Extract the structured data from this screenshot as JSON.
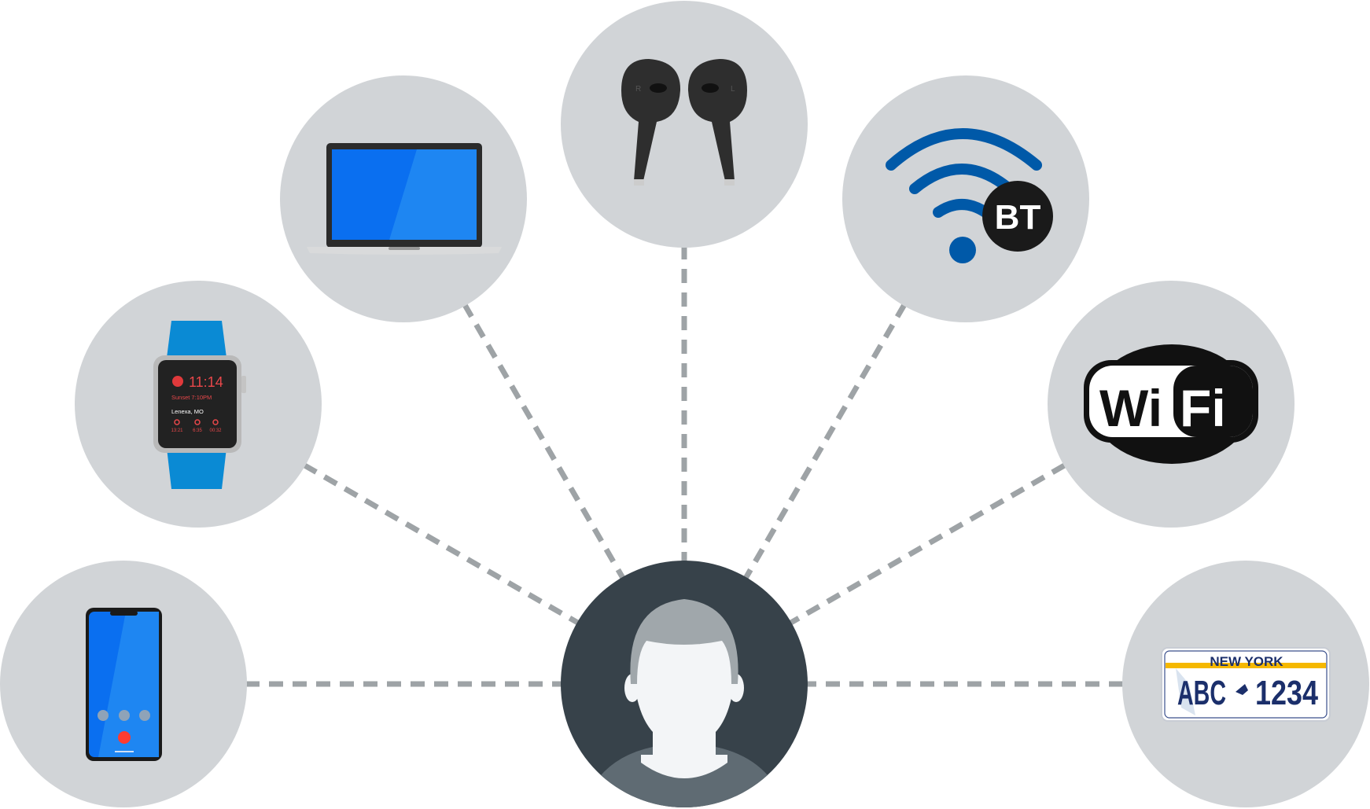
{
  "diagram": {
    "center": {
      "name": "user"
    },
    "devices": [
      {
        "name": "smartphone"
      },
      {
        "name": "smartwatch"
      },
      {
        "name": "laptop"
      },
      {
        "name": "earbuds"
      },
      {
        "name": "bluetooth"
      },
      {
        "name": "wifi"
      },
      {
        "name": "license-plate"
      }
    ]
  },
  "watch": {
    "time": "11:14",
    "sunset": "Sunset 7:10PM",
    "location": "Lenexa, MO",
    "timers": [
      "13:21",
      "6:35",
      "00:32"
    ]
  },
  "earbuds": {
    "right": "R",
    "left": "L"
  },
  "bluetooth": {
    "badge": "BT"
  },
  "wifi": {
    "wi": "Wi",
    "fi": "Fi"
  },
  "plate": {
    "state": "NEW YORK",
    "number_left": "ABC",
    "number_right": "1234"
  },
  "colors": {
    "circle": "#d1d4d7",
    "center": "#37424a",
    "line": "#9ea3a6",
    "blue": "#0073e6",
    "bt_blue": "#0059a8",
    "plate_blue": "#1b2f6b",
    "plate_gold": "#f5b800"
  }
}
